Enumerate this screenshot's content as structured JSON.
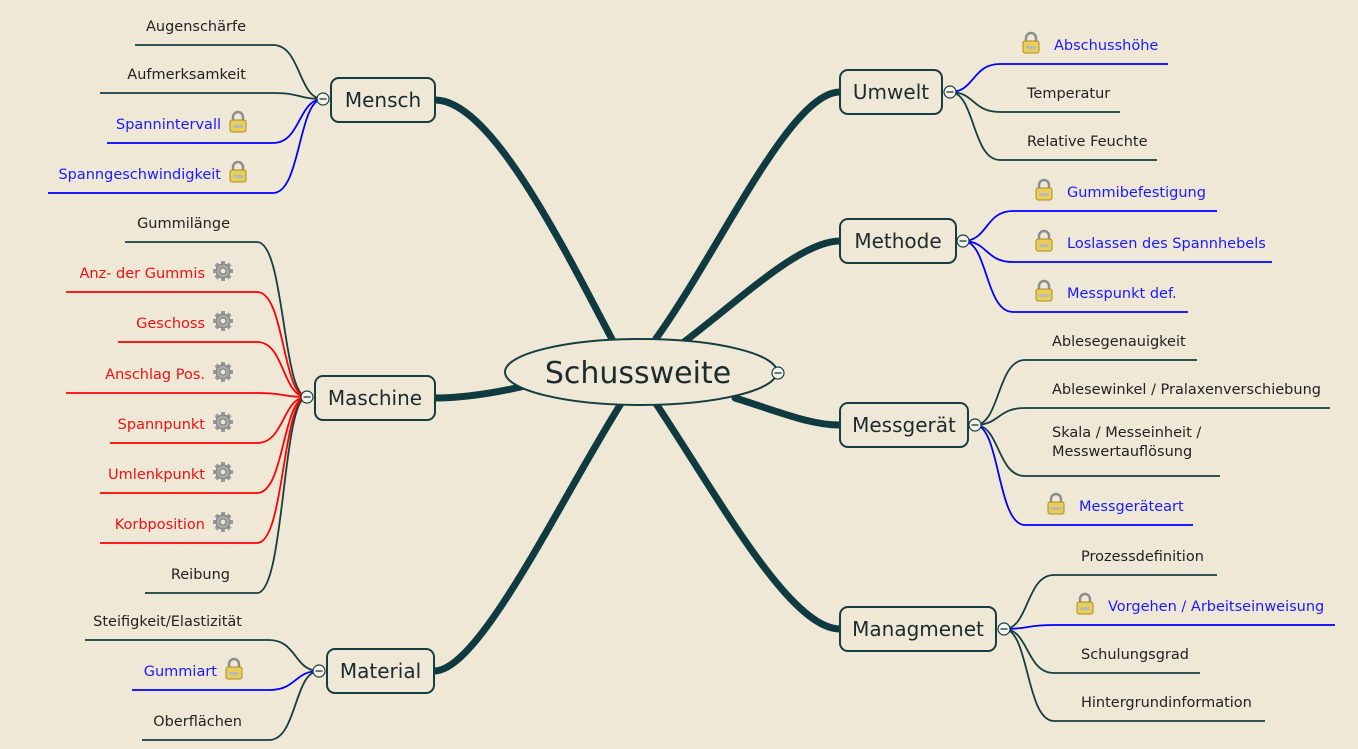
{
  "central": {
    "label": "Schussweite"
  },
  "colors": {
    "background": "#efe8d6",
    "dark": "#163d40",
    "blue": "#0000ff",
    "red": "#ff0000",
    "dark_text": "#222222",
    "blue_text": "#1a1aff",
    "red_text": "#ee1111"
  },
  "branches": [
    {
      "label": "Mensch",
      "children": [
        {
          "label": "Augenschärfe",
          "color": "dark"
        },
        {
          "label": "Aufmerksamkeit",
          "color": "dark"
        },
        {
          "label": "Spannintervall",
          "color": "blue",
          "icon": "lock-icon"
        },
        {
          "label": "Spanngeschwindigkeit",
          "color": "blue",
          "icon": "lock-icon"
        }
      ]
    },
    {
      "label": "Maschine",
      "children": [
        {
          "label": "Gummilänge",
          "color": "dark"
        },
        {
          "label": "Anz- der Gummis",
          "color": "red",
          "icon": "gear-icon"
        },
        {
          "label": "Geschoss",
          "color": "red",
          "icon": "gear-icon"
        },
        {
          "label": "Anschlag Pos.",
          "color": "red",
          "icon": "gear-icon"
        },
        {
          "label": "Spannpunkt",
          "color": "red",
          "icon": "gear-icon"
        },
        {
          "label": "Umlenkpunkt",
          "color": "red",
          "icon": "gear-icon"
        },
        {
          "label": "Korbposition",
          "color": "red",
          "icon": "gear-icon"
        },
        {
          "label": "Reibung",
          "color": "dark"
        }
      ]
    },
    {
      "label": "Material",
      "children": [
        {
          "label": "Steifigkeit/Elastizität",
          "color": "dark"
        },
        {
          "label": "Gummiart",
          "color": "blue",
          "icon": "lock-icon"
        },
        {
          "label": "Oberflächen",
          "color": "dark"
        }
      ]
    },
    {
      "label": "Umwelt",
      "children": [
        {
          "label": "Abschusshöhe",
          "color": "blue",
          "icon": "lock-icon"
        },
        {
          "label": "Temperatur",
          "color": "dark"
        },
        {
          "label": "Relative Feuchte",
          "color": "dark"
        }
      ]
    },
    {
      "label": "Methode",
      "children": [
        {
          "label": "Gummibefestigung",
          "color": "blue",
          "icon": "lock-icon"
        },
        {
          "label": "Loslassen des Spannhebels",
          "color": "blue",
          "icon": "lock-icon"
        },
        {
          "label": "Messpunkt def.",
          "color": "blue",
          "icon": "lock-icon"
        }
      ]
    },
    {
      "label": "Messgerät",
      "children": [
        {
          "label": "Ablesegenauigkeit",
          "color": "dark"
        },
        {
          "label": "Ablesewinkel / Pralaxenverschiebung",
          "color": "dark"
        },
        {
          "label": [
            "Skala / Messeinheit /",
            "Messwertauflösung"
          ],
          "color": "dark"
        },
        {
          "label": "Messgeräteart",
          "color": "blue",
          "icon": "lock-icon"
        }
      ]
    },
    {
      "label": "Managmenet",
      "children": [
        {
          "label": "Prozessdefinition",
          "color": "dark"
        },
        {
          "label": "Vorgehen / Arbeitseinweisung",
          "color": "blue",
          "icon": "lock-icon"
        },
        {
          "label": "Schulungsgrad",
          "color": "dark"
        },
        {
          "label": "Hintergrundinformation",
          "color": "dark"
        }
      ]
    }
  ]
}
